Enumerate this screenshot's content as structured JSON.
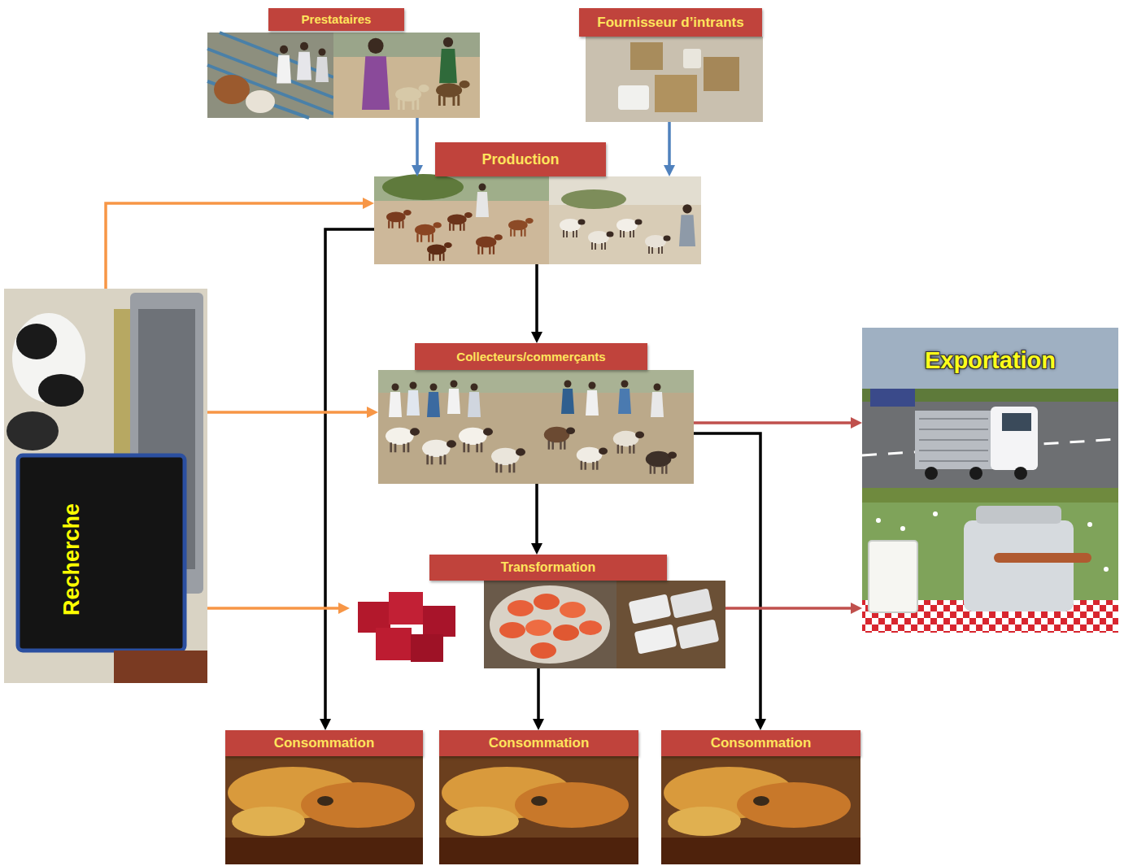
{
  "diagram": {
    "nodes": [
      {
        "text": [
          "Prestataires"
        ]
      },
      {
        "text": [
          "Fournisseur d’intrants"
        ]
      },
      {
        "text": [
          "Production"
        ]
      },
      {
        "text": [
          "Recherche"
        ]
      },
      {
        "text": [
          "Collecteurs/commerçants"
        ]
      },
      {
        "text": [
          "Exportation"
        ]
      },
      {
        "text": [
          "Transformation"
        ]
      },
      {
        "text": [
          "Consommation"
        ]
      },
      {
        "text": [
          "Consommation"
        ]
      },
      {
        "text": [
          "Consommation"
        ]
      }
    ],
    "edges": [
      {
        "from": 0,
        "to": 2,
        "arrow": "to"
      },
      {
        "from": 1,
        "to": 2,
        "arrow": "to"
      },
      {
        "from": 3,
        "to": 2,
        "arrow": "to"
      },
      {
        "from": 2,
        "to": 4,
        "arrow": "to"
      },
      {
        "from": 2,
        "to": 7,
        "arrow": "to"
      },
      {
        "from": 3,
        "to": 4,
        "arrow": "to"
      },
      {
        "from": 4,
        "to": 5,
        "arrow": "to"
      },
      {
        "from": 4,
        "to": 9,
        "arrow": "to"
      },
      {
        "from": 4,
        "to": 6,
        "arrow": "to"
      },
      {
        "from": 3,
        "to": 6,
        "arrow": "to"
      },
      {
        "from": 6,
        "to": 5,
        "arrow": "to"
      },
      {
        "from": 6,
        "to": 8,
        "arrow": "to"
      }
    ]
  }
}
